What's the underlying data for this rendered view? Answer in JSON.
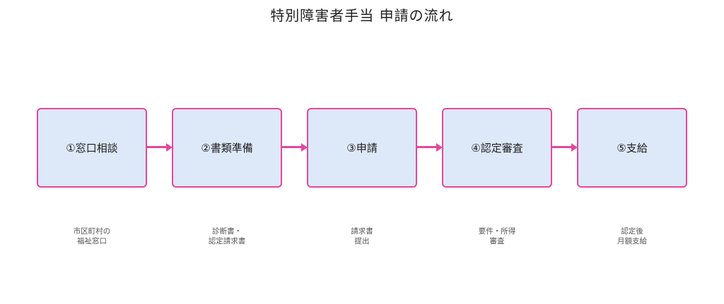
{
  "title": "特別障害者手当 申請の流れ",
  "colors": {
    "box_fill": "#dde8f8",
    "box_border": "#e5479a",
    "arrow": "#e5479a"
  },
  "steps": [
    {
      "label": "①窓口相談",
      "note": [
        "市区町村の",
        "福祉窓口"
      ]
    },
    {
      "label": "②書類準備",
      "note": [
        "診断書・",
        "認定請求書"
      ]
    },
    {
      "label": "③申請",
      "note": [
        "請求書",
        "提出"
      ]
    },
    {
      "label": "④認定審査",
      "note": [
        "要件・所得",
        "審査"
      ]
    },
    {
      "label": "⑤支給",
      "note": [
        "認定後",
        "月額支給"
      ]
    }
  ]
}
